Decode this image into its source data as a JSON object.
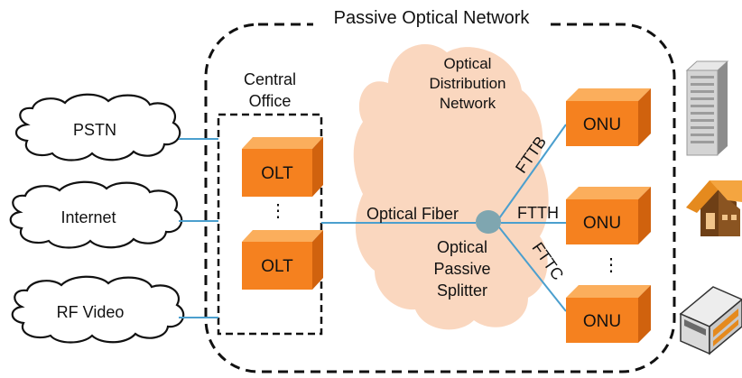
{
  "title": "Passive Optical Network",
  "central_office": {
    "line1": "Central",
    "line2": "Office"
  },
  "services": [
    "PSTN",
    "Internet",
    "RF Video"
  ],
  "olt_label": "OLT",
  "olt_ellipsis": "⋮",
  "odn": {
    "line1": "Optical",
    "line2": "Distribution",
    "line3": "Network"
  },
  "fiber_label": "Optical Fiber",
  "splitter": {
    "line1": "Optical",
    "line2": "Passive",
    "line3": "Splitter"
  },
  "branches": [
    "FTTB",
    "FTTH",
    "FTTC"
  ],
  "onu_label": "ONU",
  "onu_ellipsis": "⋮",
  "end_icons": [
    "building-icon",
    "house-icon",
    "office-icon"
  ],
  "colors": {
    "cube_front": "#F5811F",
    "cube_top": "#FBAE5C",
    "cube_side": "#D0620E",
    "cloud": "#FAD7BF",
    "splitter": "#7FA6B0",
    "fiber": "#4B9FCE"
  }
}
